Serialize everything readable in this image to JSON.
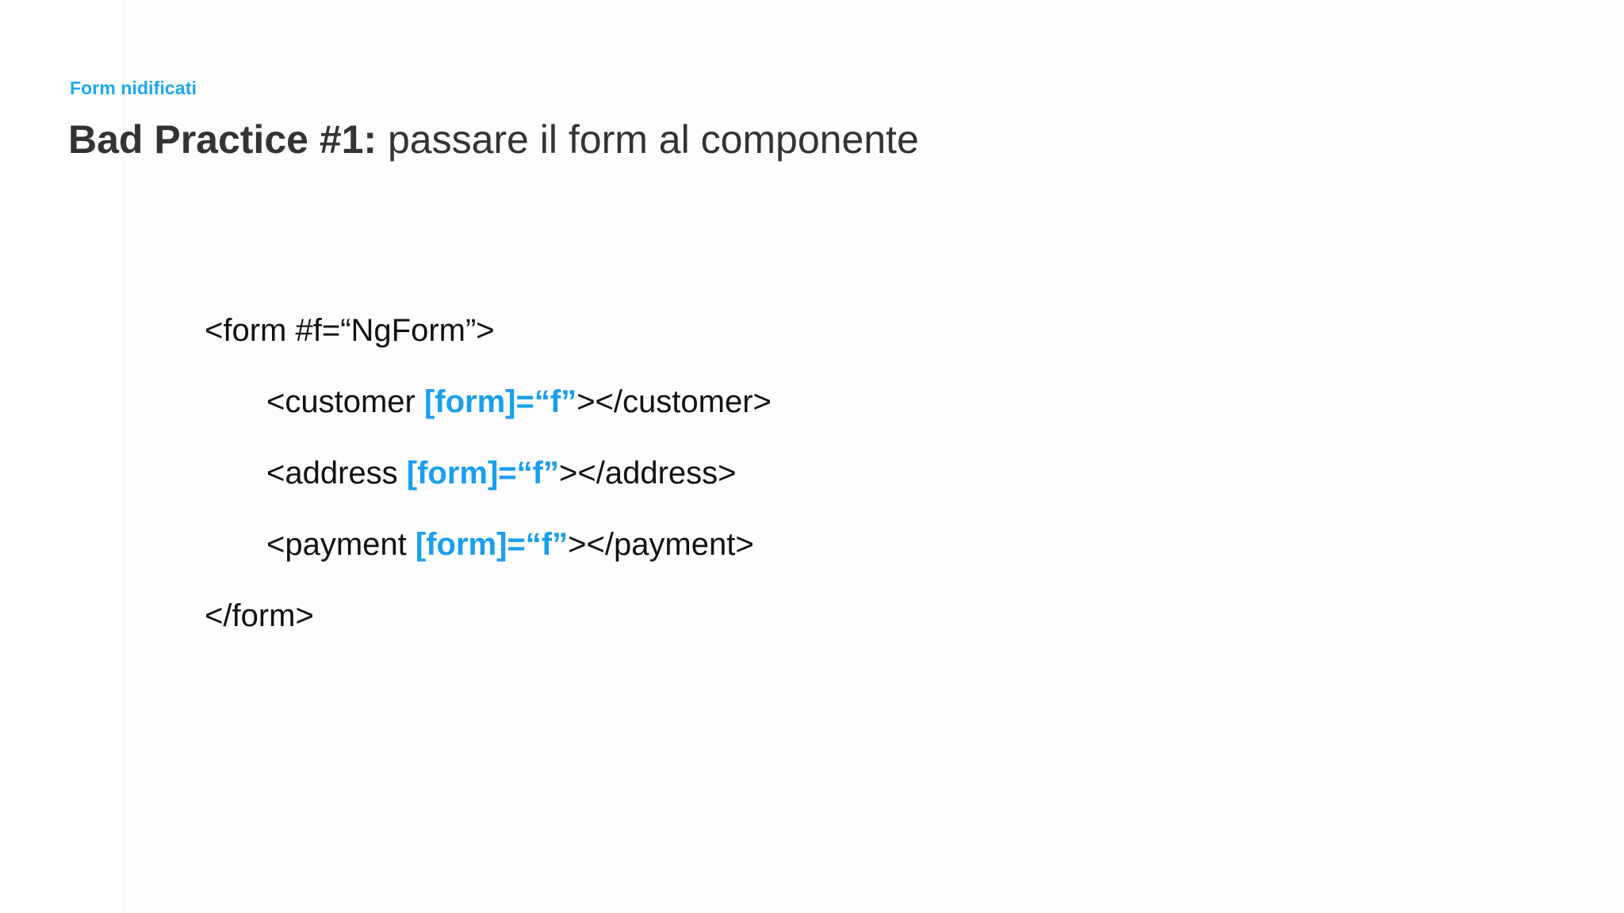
{
  "slide": {
    "eyebrow": "Form nidificati",
    "title_strong": "Bad Practice #1:",
    "title_light": " passare il form al componente",
    "title_full": "Bad Practice #1: passare il form al componente"
  },
  "colors": {
    "accent_blue": "#1BA7F2",
    "code_binding_blue": "#199FEF",
    "title_gray": "#333333",
    "code_black": "#111111",
    "background": "#FFFFFF",
    "panel_edge": "#F2F2F2"
  },
  "code": {
    "language": "html",
    "lines": [
      {
        "indent": 0,
        "segments": [
          {
            "kind": "plain",
            "text": "<form #f=“NgForm”>"
          }
        ]
      },
      {
        "indent": 1,
        "segments": [
          {
            "kind": "plain",
            "text": "<customer "
          },
          {
            "kind": "binding",
            "text": "[form]=“f”"
          },
          {
            "kind": "plain",
            "text": "></customer>"
          }
        ]
      },
      {
        "indent": 1,
        "segments": [
          {
            "kind": "plain",
            "text": "<address "
          },
          {
            "kind": "binding",
            "text": "[form]=“f”"
          },
          {
            "kind": "plain",
            "text": "></address>"
          }
        ]
      },
      {
        "indent": 1,
        "segments": [
          {
            "kind": "plain",
            "text": "<payment "
          },
          {
            "kind": "binding",
            "text": "[form]=“f”"
          },
          {
            "kind": "plain",
            "text": "></payment>"
          }
        ]
      },
      {
        "indent": 0,
        "segments": [
          {
            "kind": "plain",
            "text": "</form>"
          }
        ]
      }
    ]
  }
}
